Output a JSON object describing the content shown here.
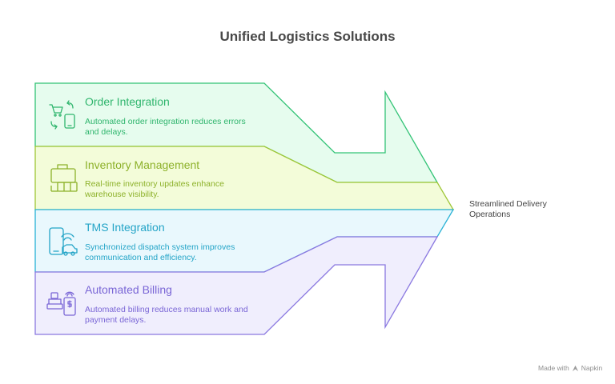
{
  "title": "Unified Logistics Solutions",
  "bands": [
    {
      "title": "Order Integration",
      "desc": [
        "Automated order integration reduces errors",
        "and delays."
      ],
      "icon": "cart-phone-sync-icon",
      "fill": "#e6fcee",
      "stroke": "#33c376",
      "text_color": "#2fb56d"
    },
    {
      "title": "Inventory Management",
      "desc": [
        "Real-time inventory updates enhance",
        "warehouse visibility."
      ],
      "icon": "toolbox-icon",
      "fill": "#f3fcd9",
      "stroke": "#9ec636",
      "text_color": "#8db12a"
    },
    {
      "title": "TMS Integration",
      "desc": [
        "Synchronized dispatch system improves",
        "communication and efficiency."
      ],
      "icon": "phone-truck-icon",
      "fill": "#e9f8fd",
      "stroke": "#2ab2d6",
      "text_color": "#23a4c7"
    },
    {
      "title": "Automated Billing",
      "desc": [
        "Automated billing reduces manual work and",
        "payment delays."
      ],
      "icon": "register-payment-icon",
      "fill": "#f0eefd",
      "stroke": "#8a78e0",
      "text_color": "#7a66d6"
    }
  ],
  "outcome": [
    "Streamlined Delivery",
    "Operations"
  ],
  "credit": {
    "prefix": "Made with",
    "brand": "Napkin"
  }
}
